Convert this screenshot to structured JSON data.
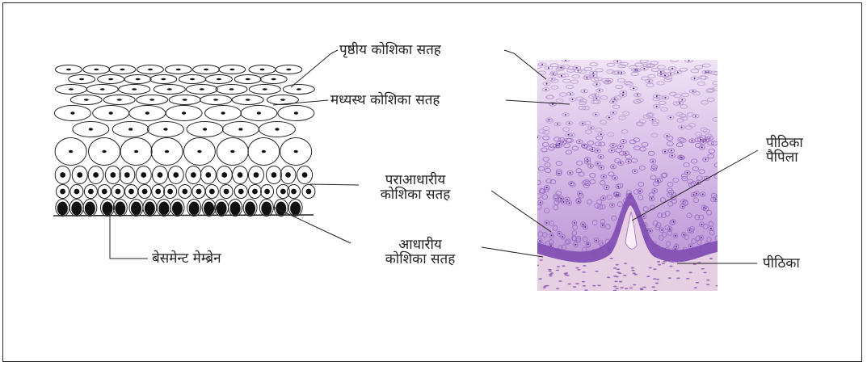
{
  "labels": {
    "surface": "पृष्ठीय कोशिका सतह",
    "middle": "मध्यस्थ कोशिका सतह",
    "suprabasal_1": "पराआधारीय",
    "suprabasal_2": "कोशिका सतह",
    "basal_1": "आधारीय",
    "basal_2": "कोशिका सतह",
    "basement": "बेसमेन्ट मेम्ब्रेन",
    "papilla_1": "पीठिका",
    "papilla_2": "पैपिला",
    "lamina": "पीठिका"
  },
  "colors": {
    "line": "#1f1f1f",
    "cell_stroke": "#222222",
    "nucleus": "#111111",
    "tissue_light": "#e6d3ef",
    "tissue_mid": "#c9a8df",
    "tissue_dark": "#8f5fbf",
    "stroma": "#e3cbe4"
  }
}
